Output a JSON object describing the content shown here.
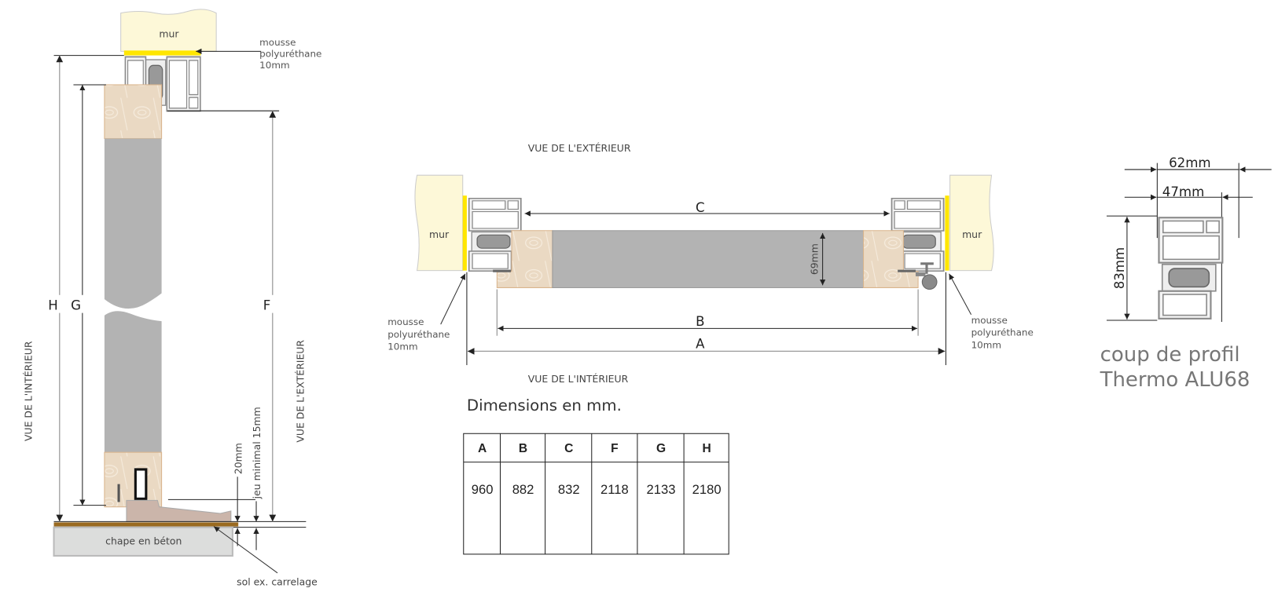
{
  "left_section": {
    "wall_label": "mur",
    "foam_label": [
      "mousse",
      "polyuréthane",
      "10mm"
    ],
    "dim_labels": {
      "H": "H",
      "G": "G",
      "F": "F"
    },
    "interior_view": "VUE DE L'INTÉRIEUR",
    "exterior_view": "VUE DE L'EXTÉRIEUR",
    "gap_20": "20mm",
    "gap_min": "jeu minimal  15mm",
    "screed_label": "chape en béton",
    "floor_label": "sol ex. carrelage"
  },
  "middle_section": {
    "exterior_view": "VUE DE L'EXTÉRIEUR",
    "interior_view": "VUE DE L'INTÉRIEUR",
    "wall_left": "mur",
    "wall_right": "mur",
    "foam_left": [
      "mousse",
      "polyuréthane",
      "10mm"
    ],
    "foam_right": [
      "mousse",
      "polyuréthane",
      "10mm"
    ],
    "dim_A": "A",
    "dim_B": "B",
    "dim_C": "C",
    "thickness": "69mm"
  },
  "dimensions_table": {
    "title": "Dimensions en mm.",
    "headers": [
      "A",
      "B",
      "C",
      "F",
      "G",
      "H"
    ],
    "values": [
      "960",
      "882",
      "832",
      "2118",
      "2133",
      "2180"
    ]
  },
  "profile_section": {
    "width_outer": "62mm",
    "width_inner": "47mm",
    "height": "83mm",
    "caption": [
      "coup de profil",
      "Thermo ALU68"
    ]
  },
  "colors": {
    "wall": "#fdf8d8",
    "foam": "#ffe600",
    "wood": "#ead9c3",
    "panel": "#b3b3b3",
    "floor": "#9a6a20",
    "screed": "#dcdddc"
  }
}
